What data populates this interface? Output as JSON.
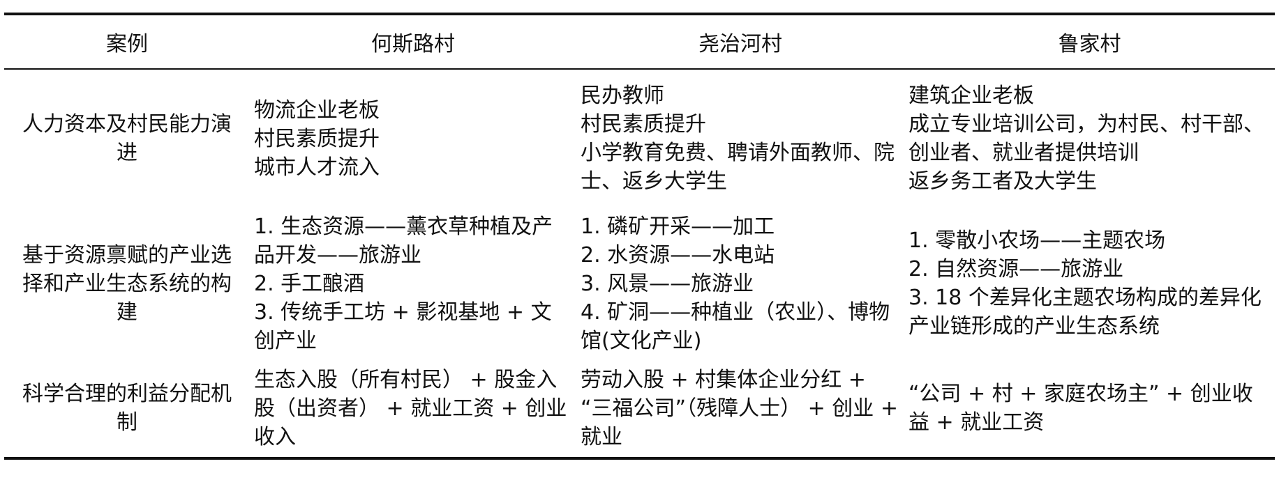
{
  "table": {
    "headers": [
      "案例",
      "何斯路村",
      "尧治河村",
      "鲁家村"
    ],
    "rows": [
      {
        "label": "人力资本及村民能力演进",
        "cells": [
          [
            "物流企业老板",
            "村民素质提升",
            "城市人才流入"
          ],
          [
            "民办教师",
            "村民素质提升",
            "小学教育免费、聘请外面教师、院士、返乡大学生"
          ],
          [
            "建筑企业老板",
            "成立专业培训公司，为村民、村干部、创业者、就业者提供培训",
            "返乡务工者及大学生"
          ]
        ]
      },
      {
        "label": "基于资源禀赋的产业选择和产业生态系统的构建",
        "cells": [
          [
            "1. 生态资源——薰衣草种植及产品开发——旅游业",
            "2. 手工酿酒",
            "3. 传统手工坊 + 影视基地 + 文创产业"
          ],
          [
            "1. 磷矿开采——加工",
            "2. 水资源——水电站",
            "3. 风景——旅游业",
            "4. 矿洞——种植业（农业）、博物馆(文化产业)"
          ],
          [
            "1. 零散小农场——主题农场",
            "2. 自然资源——旅游业",
            "3.  18 个差异化主题农场构成的差异化产业链形成的产业生态系统"
          ]
        ]
      },
      {
        "label": "科学合理的利益分配机制",
        "cells": [
          [
            "生态入股（所有村民） + 股金入股（出资者） + 就业工资 + 创业收入"
          ],
          [
            "劳动入股 + 村集体企业分红 + “三福公司”（残障人士） + 创业 + 就业"
          ],
          [
            "“公司 + 村 + 家庭农场主” + 创业收益 + 就业工资"
          ]
        ]
      }
    ]
  }
}
